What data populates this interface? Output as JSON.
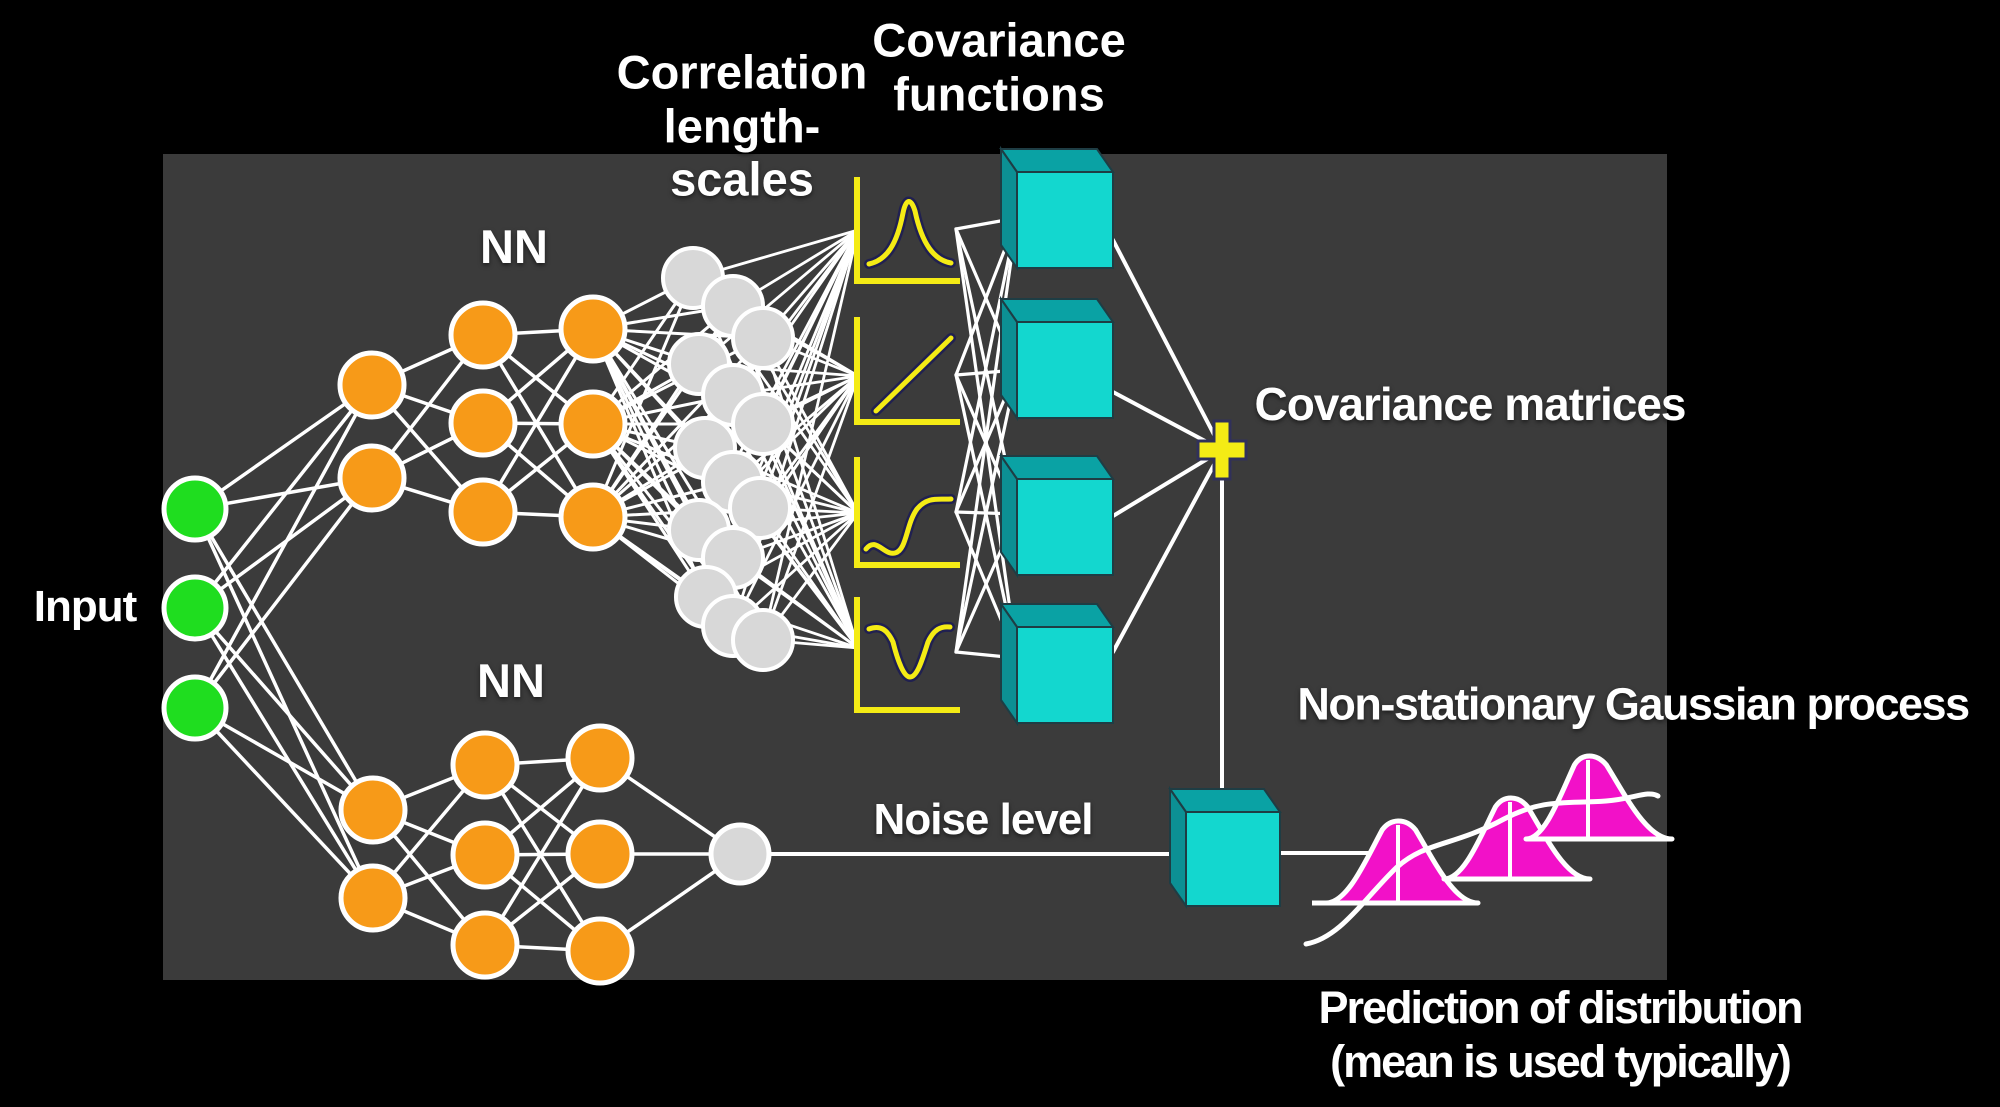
{
  "labels": {
    "input": "Input",
    "nn_top": "NN",
    "nn_bottom": "NN",
    "correlation_length_scales": "Correlation\nlength-\nscales",
    "covariance_functions": "Covariance\nfunctions",
    "covariance_matrices": "Covariance matrices",
    "noise_level": "Noise level",
    "nonstationary_gp": "Non-stationary Gaussian process",
    "prediction": "Prediction of distribution\n(mean is used typically)",
    "sum_symbol": "+"
  },
  "colors": {
    "background": "#000000",
    "panel": "#3b3b3b",
    "line": "#ffffff",
    "text": "#ffffff",
    "input_node": "#1fdd1f",
    "hidden_node": "#f79a18",
    "scale_node": "#d8d8d8",
    "node_stroke": "#ffffff",
    "yellow": "#f4eb15",
    "kernel_outline": "#202050",
    "cube_front": "#13d7cf",
    "cube_top": "#0aa2a4",
    "cube_side": "#0c9094",
    "cube_edge": "#1e3d44",
    "plus_outline": "#30305a",
    "pink": "#f211c8"
  },
  "diagram": {
    "input_nodes": 3,
    "top_network_layers": [
      2,
      3,
      3
    ],
    "length_scale_nodes": 14,
    "bottom_network_layers": [
      2,
      3,
      3
    ],
    "noise_output_nodes": 1,
    "covariance_function_kernels": [
      "peak",
      "linear",
      "step",
      "inverted-bump"
    ],
    "covariance_matrix_cubes": 4,
    "noise_cubes": 1,
    "prediction_distributions": 3
  }
}
